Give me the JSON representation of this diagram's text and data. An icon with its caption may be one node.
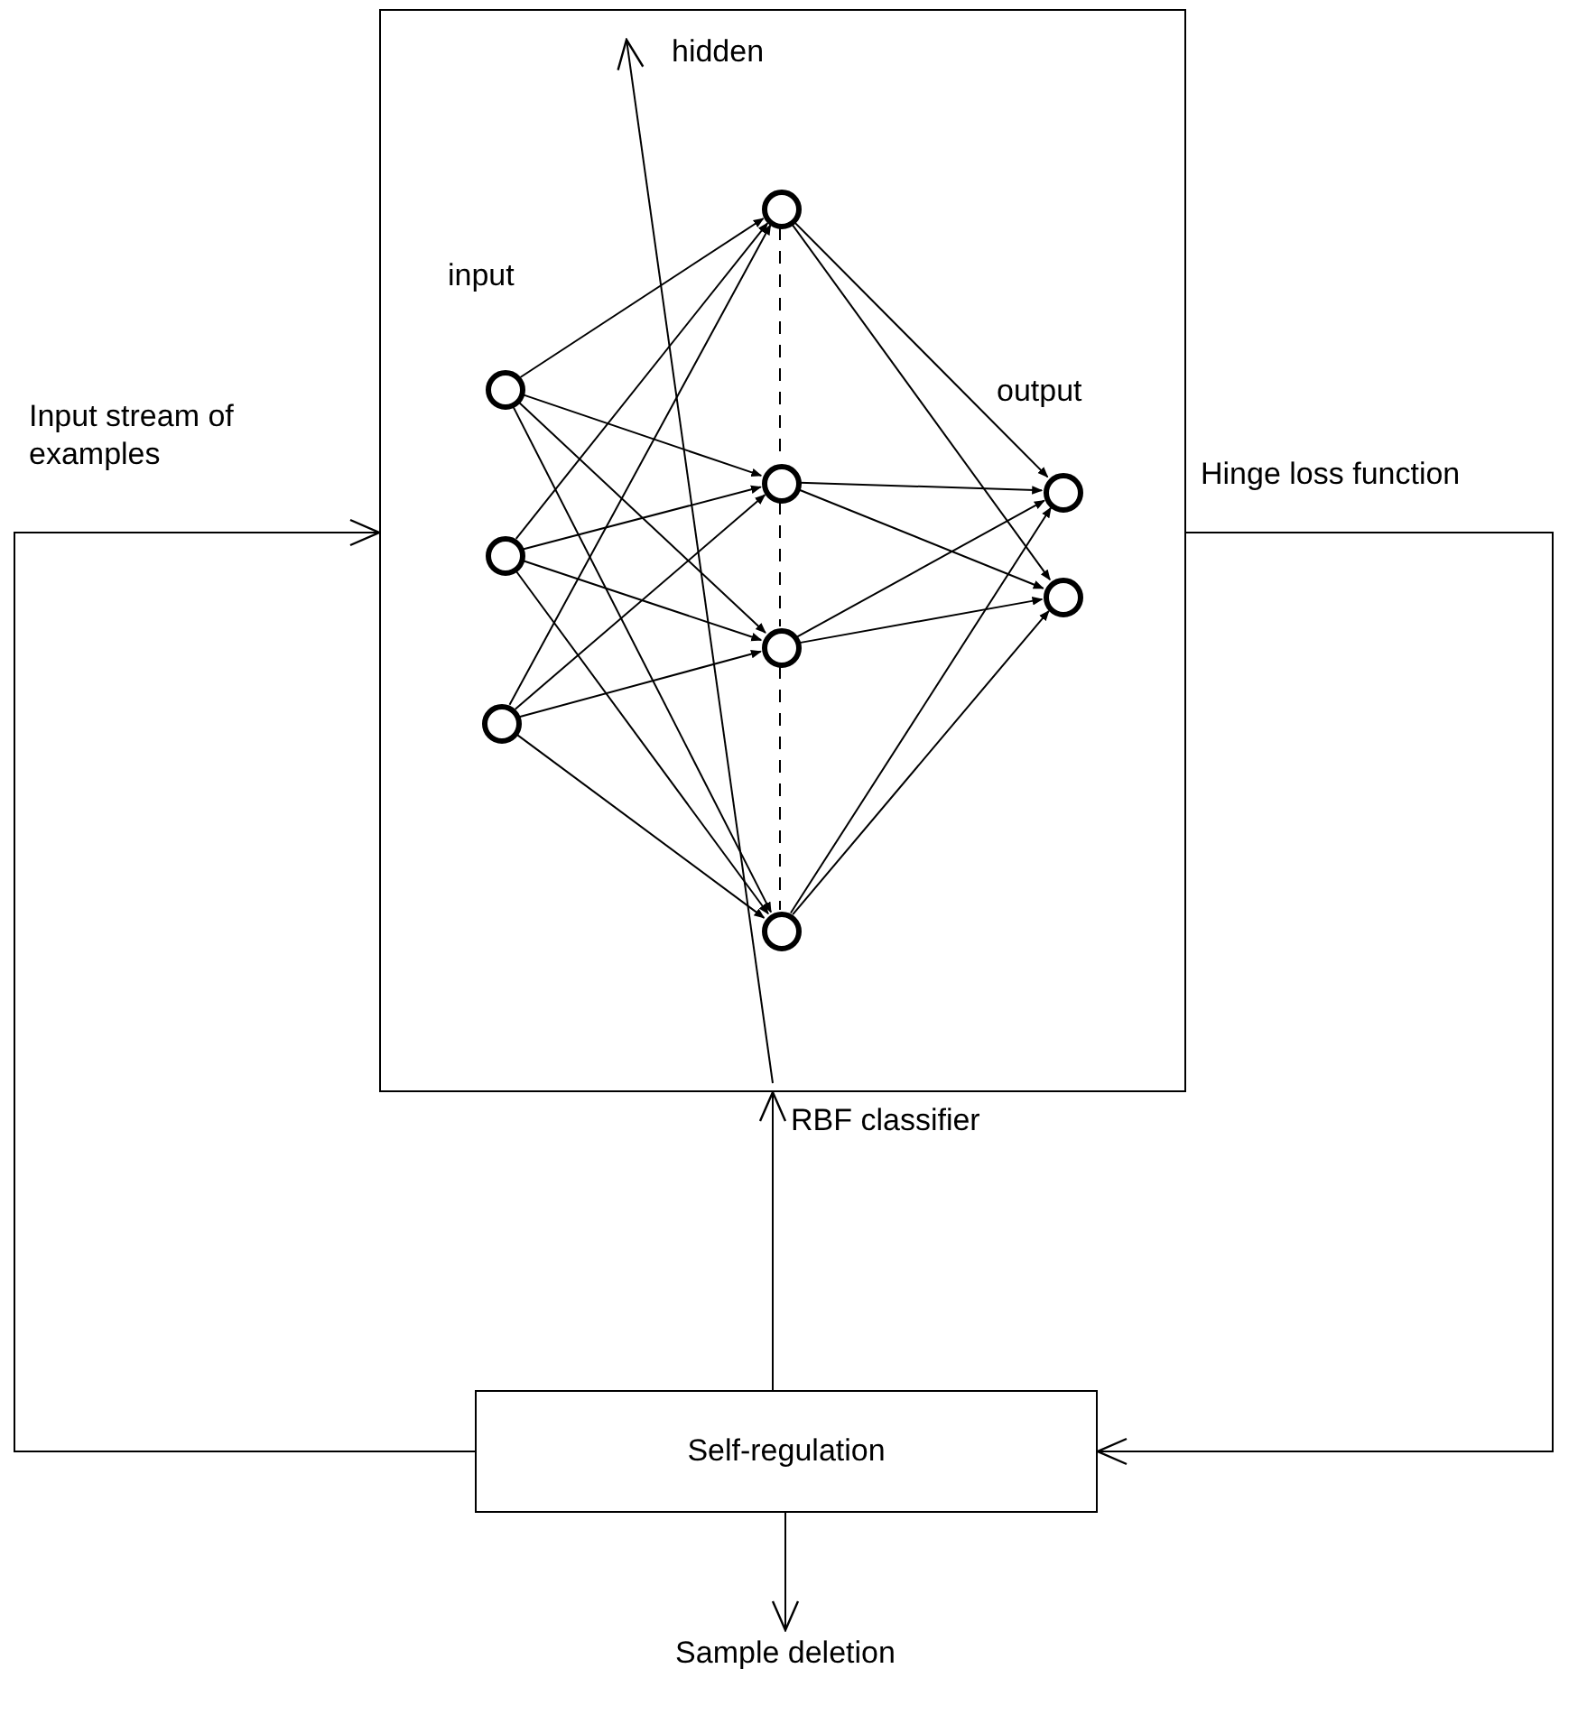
{
  "diagram": {
    "nodes": [
      {
        "text": [],
        "shape": "box"
      },
      {
        "text": [],
        "shape": "circle",
        "in": 0
      },
      {
        "text": [],
        "shape": "circle",
        "in": 0
      },
      {
        "text": [],
        "shape": "circle",
        "in": 0
      },
      {
        "text": [],
        "shape": "circle",
        "in": 0
      },
      {
        "text": [],
        "shape": "circle",
        "in": 0
      },
      {
        "text": [],
        "shape": "circle",
        "in": 0
      },
      {
        "text": [],
        "shape": "circle",
        "in": 0
      },
      {
        "text": [],
        "shape": "circle",
        "in": 0
      },
      {
        "text": [],
        "shape": "circle",
        "in": 0
      },
      {
        "text": [
          "Self-regulation"
        ]
      },
      {
        "text": [
          "Sample deletion"
        ]
      }
    ],
    "edges": [
      {
        "from": 1,
        "to": 4,
        "arrow": "to"
      },
      {
        "from": 1,
        "to": 5,
        "arrow": "to"
      },
      {
        "from": 1,
        "to": 6,
        "arrow": "to"
      },
      {
        "from": 1,
        "to": 7,
        "arrow": "to"
      },
      {
        "from": 2,
        "to": 4,
        "arrow": "to"
      },
      {
        "from": 2,
        "to": 5,
        "arrow": "to"
      },
      {
        "from": 2,
        "to": 6,
        "arrow": "to"
      },
      {
        "from": 2,
        "to": 7,
        "arrow": "to"
      },
      {
        "from": 3,
        "to": 4,
        "arrow": "to"
      },
      {
        "from": 3,
        "to": 5,
        "arrow": "to"
      },
      {
        "from": 3,
        "to": 6,
        "arrow": "to"
      },
      {
        "from": 3,
        "to": 7,
        "arrow": "to"
      },
      {
        "from": 4,
        "to": 8,
        "arrow": "to"
      },
      {
        "from": 4,
        "to": 9,
        "arrow": "to"
      },
      {
        "from": 5,
        "to": 8,
        "arrow": "to"
      },
      {
        "from": 5,
        "to": 9,
        "arrow": "to"
      },
      {
        "from": 6,
        "to": 8,
        "arrow": "to"
      },
      {
        "from": 6,
        "to": 9,
        "arrow": "to"
      },
      {
        "from": 7,
        "to": 8,
        "arrow": "to"
      },
      {
        "from": 7,
        "to": 9,
        "arrow": "to"
      },
      {
        "from": 4,
        "to": 5,
        "arrow": "none",
        "style": "dashed"
      },
      {
        "from": 5,
        "to": 6,
        "arrow": "none",
        "style": "dashed"
      },
      {
        "from": 6,
        "to": 7,
        "arrow": "none",
        "style": "dashed"
      },
      {
        "from": 10,
        "to": 0,
        "label": "Input stream of examples",
        "arrow": "to"
      },
      {
        "from": 0,
        "to": 10,
        "label": "Hinge loss function",
        "arrow": "to"
      },
      {
        "from": 10,
        "to": 0,
        "label": "RBF classifier",
        "arrow": "to"
      },
      {
        "from": 10,
        "to": 11,
        "arrow": "to"
      }
    ],
    "labels": [
      "input",
      "hidden",
      "output"
    ]
  }
}
